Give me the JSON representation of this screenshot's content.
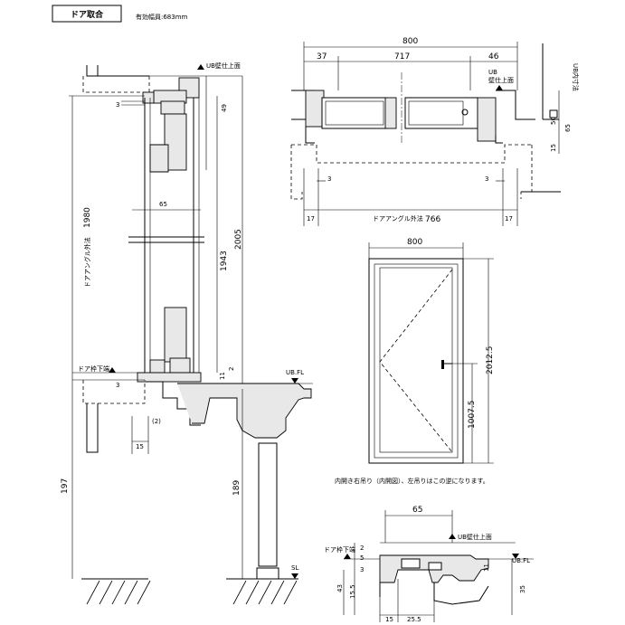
{
  "header": {
    "title": "ドア取合",
    "effective_width": "有効幅員:683mm"
  },
  "section_left": {
    "ub_top_label": "UB壁仕上面",
    "door_frame_bottom_label": "ドア枠下端",
    "door_angle_outer_label": "ドアアングル外法",
    "door_angle_outer_value": "1980",
    "ubfl_label": "UB.FL",
    "sl_label": "SL",
    "dims": {
      "d3_top": "3",
      "d49": "49",
      "d65": "65",
      "d2005": "2005",
      "d1943": "1943",
      "d11": "11",
      "d2": "2",
      "d3_bot": "3",
      "d2p": "(2)",
      "d15": "15",
      "d197": "197",
      "d189": "189"
    }
  },
  "plan_top": {
    "d800": "800",
    "d37": "37",
    "d717": "717",
    "d46": "46",
    "ub_label": "UB",
    "ub_label2": "壁仕上面",
    "ub_dim_label": "UB内寸法",
    "d50": "50",
    "d65": "65",
    "d15": "15",
    "d3a": "3",
    "d3b": "3",
    "d17a": "17",
    "d17b": "17",
    "door_angle_label": "ドアアングル外法",
    "d766": "766"
  },
  "elevation": {
    "d800": "800",
    "d2012_5": "2012.5",
    "d1007_5": "1007.5",
    "note": "内開き右吊り（内開図）、左吊りはこの逆になります。"
  },
  "detail": {
    "d65": "65",
    "ub_top_label": "UB壁仕上面",
    "door_frame_bottom_label": "ドア枠下端",
    "ubfl_label": "UB.FL",
    "d2": "2",
    "d5": "5",
    "d3": "3",
    "d11": "11",
    "d15_5": "15.5",
    "d43": "43",
    "d35": "35",
    "d15": "15",
    "d25_5": "25.5"
  }
}
